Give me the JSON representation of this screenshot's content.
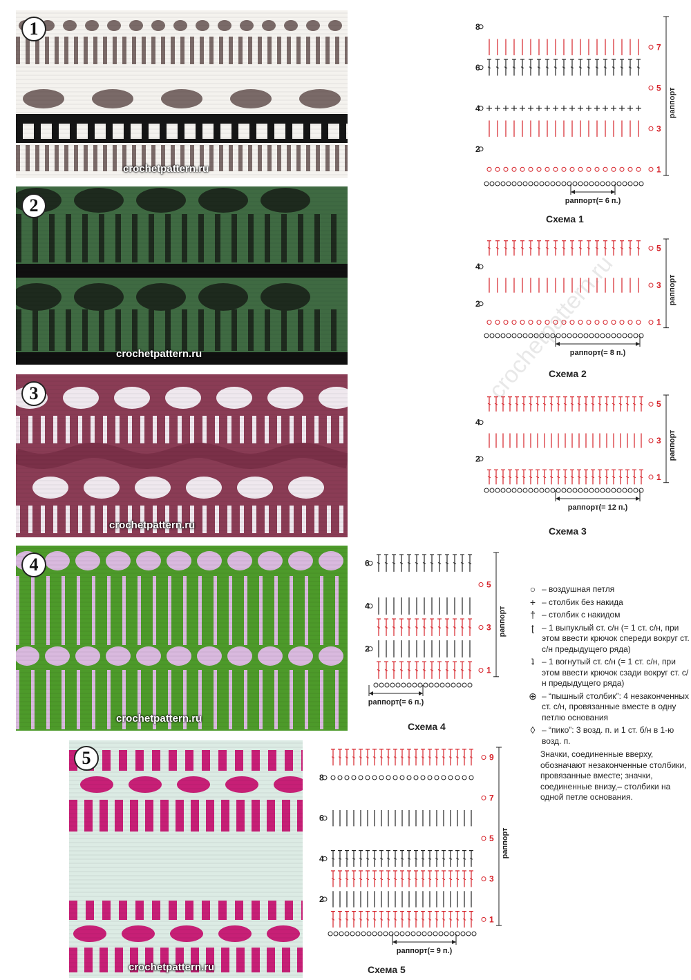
{
  "watermark": "crochetpattern.ru",
  "samples": [
    {
      "num": "1",
      "colors": {
        "bg": "#7a6a68",
        "main": "#f4f2ee",
        "accent": "#151515"
      }
    },
    {
      "num": "2",
      "colors": {
        "bg": "#1e2a1e",
        "main": "#3f6a42",
        "accent": "#101010"
      }
    },
    {
      "num": "3",
      "colors": {
        "bg": "#efe8ee",
        "main": "#8a3c55",
        "accent": "#7a3048"
      }
    },
    {
      "num": "4",
      "colors": {
        "bg": "#d9b9de",
        "main": "#4d9a2a",
        "accent": "#3e7f22"
      }
    },
    {
      "num": "5",
      "colors": {
        "bg": "#c71f76",
        "main": "#dcebe4",
        "accent": "#c71f76"
      }
    }
  ],
  "schemes": [
    {
      "caption": "Схема 1",
      "repeat_label": "раппорт(= 6 п.)",
      "side_label": "раппорт",
      "row_numbers": [
        "8",
        "7",
        "6",
        "5",
        "4",
        "3",
        "2",
        "1"
      ]
    },
    {
      "caption": "Схема 2",
      "repeat_label": "раппорт(= 8 п.)",
      "side_label": "раппорт",
      "row_numbers": [
        "5",
        "4",
        "3",
        "2",
        "1"
      ]
    },
    {
      "caption": "Схема 3",
      "repeat_label": "раппорт(= 12 п.)",
      "side_label": "раппорт",
      "row_numbers": [
        "5",
        "4",
        "3",
        "2",
        "1"
      ]
    },
    {
      "caption": "Схема 4",
      "repeat_label": "раппорт(= 6 п.)",
      "side_label": "раппорт",
      "row_numbers": [
        "6",
        "5",
        "4",
        "3",
        "2",
        "1"
      ]
    },
    {
      "caption": "Схема 5",
      "repeat_label": "раппорт(= 9 п.)",
      "side_label": "раппорт",
      "row_numbers": [
        "9",
        "8",
        "7",
        "6",
        "5",
        "4",
        "3",
        "2",
        "1"
      ]
    }
  ],
  "legend": {
    "items": [
      {
        "symbol": "○",
        "text": "– воздушная петля"
      },
      {
        "symbol": "+",
        "text": "– столбик без накида"
      },
      {
        "symbol": "†",
        "text": "– столбик с накидом"
      },
      {
        "symbol": "ʈ",
        "text": "– 1 выпуклый ст. с/н (= 1 ст. с/н, при этом ввести крючок спереди вокруг ст. с/н предыдущего ряда)"
      },
      {
        "symbol": "ʇ",
        "text": "– 1 вогнутый ст. с/н (= 1 ст. с/н, при этом ввести крючок сзади вокруг ст. с/н предыдущего ряда)"
      },
      {
        "symbol": "⊕",
        "text": "– “пышный столбик”: 4 незаконченных ст. с/н, провязанные вместе в одну петлю основания"
      },
      {
        "symbol": "◊",
        "text": "– “пико”: 3 возд. п. и 1 ст. б/н в 1-ю возд. п."
      }
    ],
    "note": "Значки, соединенные вверху, обозначают незаконченные столбики, провязанные вместе; значки, соединенные внизу,– столбики на одной петле основания."
  }
}
